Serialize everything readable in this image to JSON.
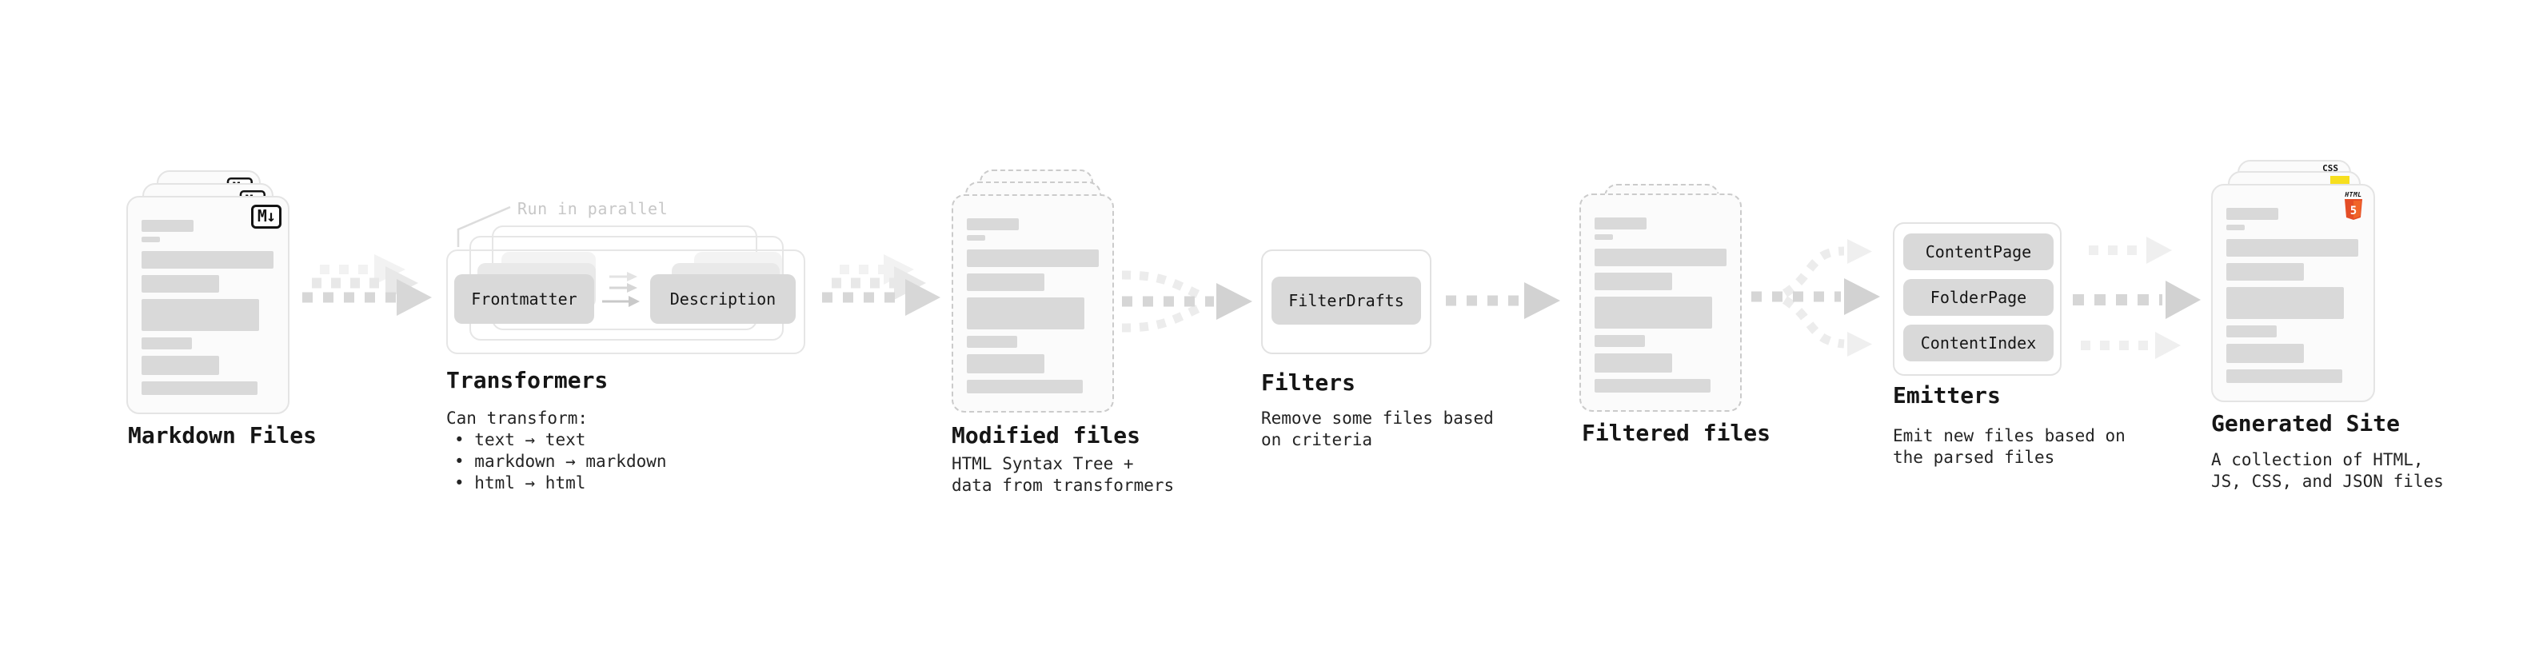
{
  "pipeline": {
    "markdown_files": {
      "label": "Markdown Files",
      "icon_text": "M↓"
    },
    "transformers": {
      "parallel_note": "Run in parallel",
      "node_frontmatter": "Frontmatter",
      "node_description": "Description",
      "label": "Transformers",
      "desc_heading": "Can transform:",
      "bullets": [
        "text → text",
        "markdown → markdown",
        "html → html"
      ]
    },
    "modified_files": {
      "label": "Modified files",
      "desc_lines": [
        "HTML Syntax Tree +",
        "data from transformers"
      ]
    },
    "filters": {
      "node_filterdrafts": "FilterDrafts",
      "label": "Filters",
      "desc_lines": [
        "Remove some files based",
        "on criteria"
      ]
    },
    "filtered_files": {
      "label": "Filtered files"
    },
    "emitters": {
      "nodes": [
        "ContentPage",
        "FolderPage",
        "ContentIndex"
      ],
      "label": "Emitters",
      "desc_lines": [
        "Emit new files based on",
        "the parsed files"
      ]
    },
    "generated_site": {
      "label": "Generated Site",
      "desc_lines": [
        "A collection of HTML,",
        "JS, CSS, and JSON files"
      ],
      "badges": {
        "css": "CSS",
        "html_word": "HTML",
        "html_number": "5"
      }
    }
  },
  "colors": {
    "node_fill": "#d9d9d9",
    "text": "#1a1a1a",
    "muted_note": "#c7c7c7",
    "html5_orange": "#e44d26",
    "html5_orange_light": "#f16529",
    "js_yellow": "#f7df1e",
    "css_blue": "#2965f1"
  }
}
